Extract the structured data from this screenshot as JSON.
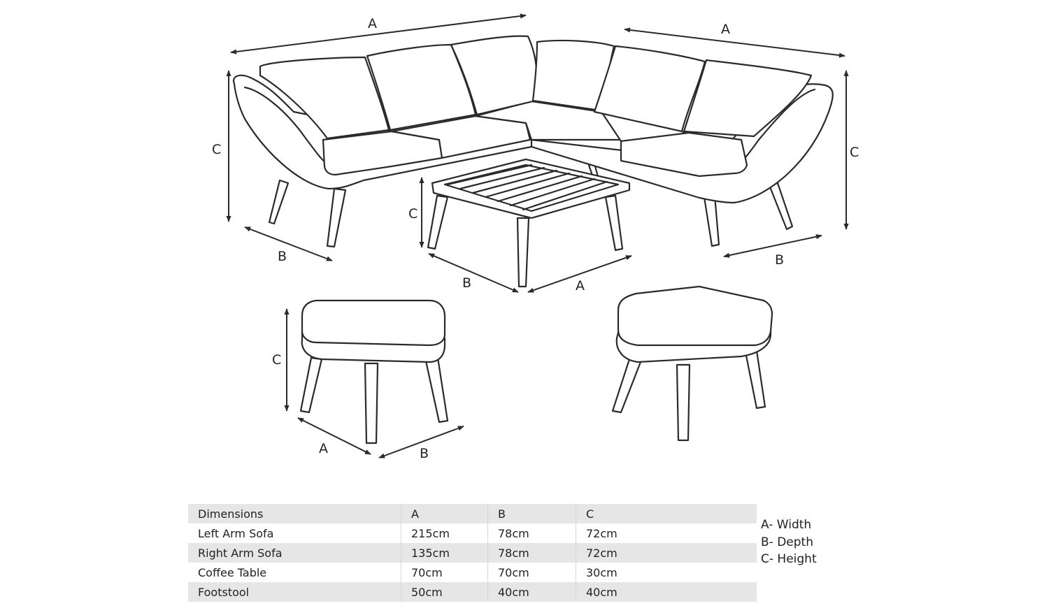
{
  "dimension_labels": {
    "width": "A",
    "depth": "B",
    "height": "C"
  },
  "table": {
    "headers": [
      "Dimensions",
      "A",
      "B",
      "C"
    ],
    "rows": [
      [
        "Left Arm Sofa",
        "215cm",
        "78cm",
        "72cm"
      ],
      [
        "Right Arm Sofa",
        "135cm",
        "78cm",
        "72cm"
      ],
      [
        "Coffee Table",
        "70cm",
        "70cm",
        "30cm"
      ],
      [
        "Footstool",
        "50cm",
        "40cm",
        "40cm"
      ]
    ]
  },
  "legend": [
    "A- Width",
    "B- Depth",
    "C- Height"
  ],
  "colors": {
    "line": "#2a2a2a",
    "row_shade": "#e6e6e6"
  }
}
